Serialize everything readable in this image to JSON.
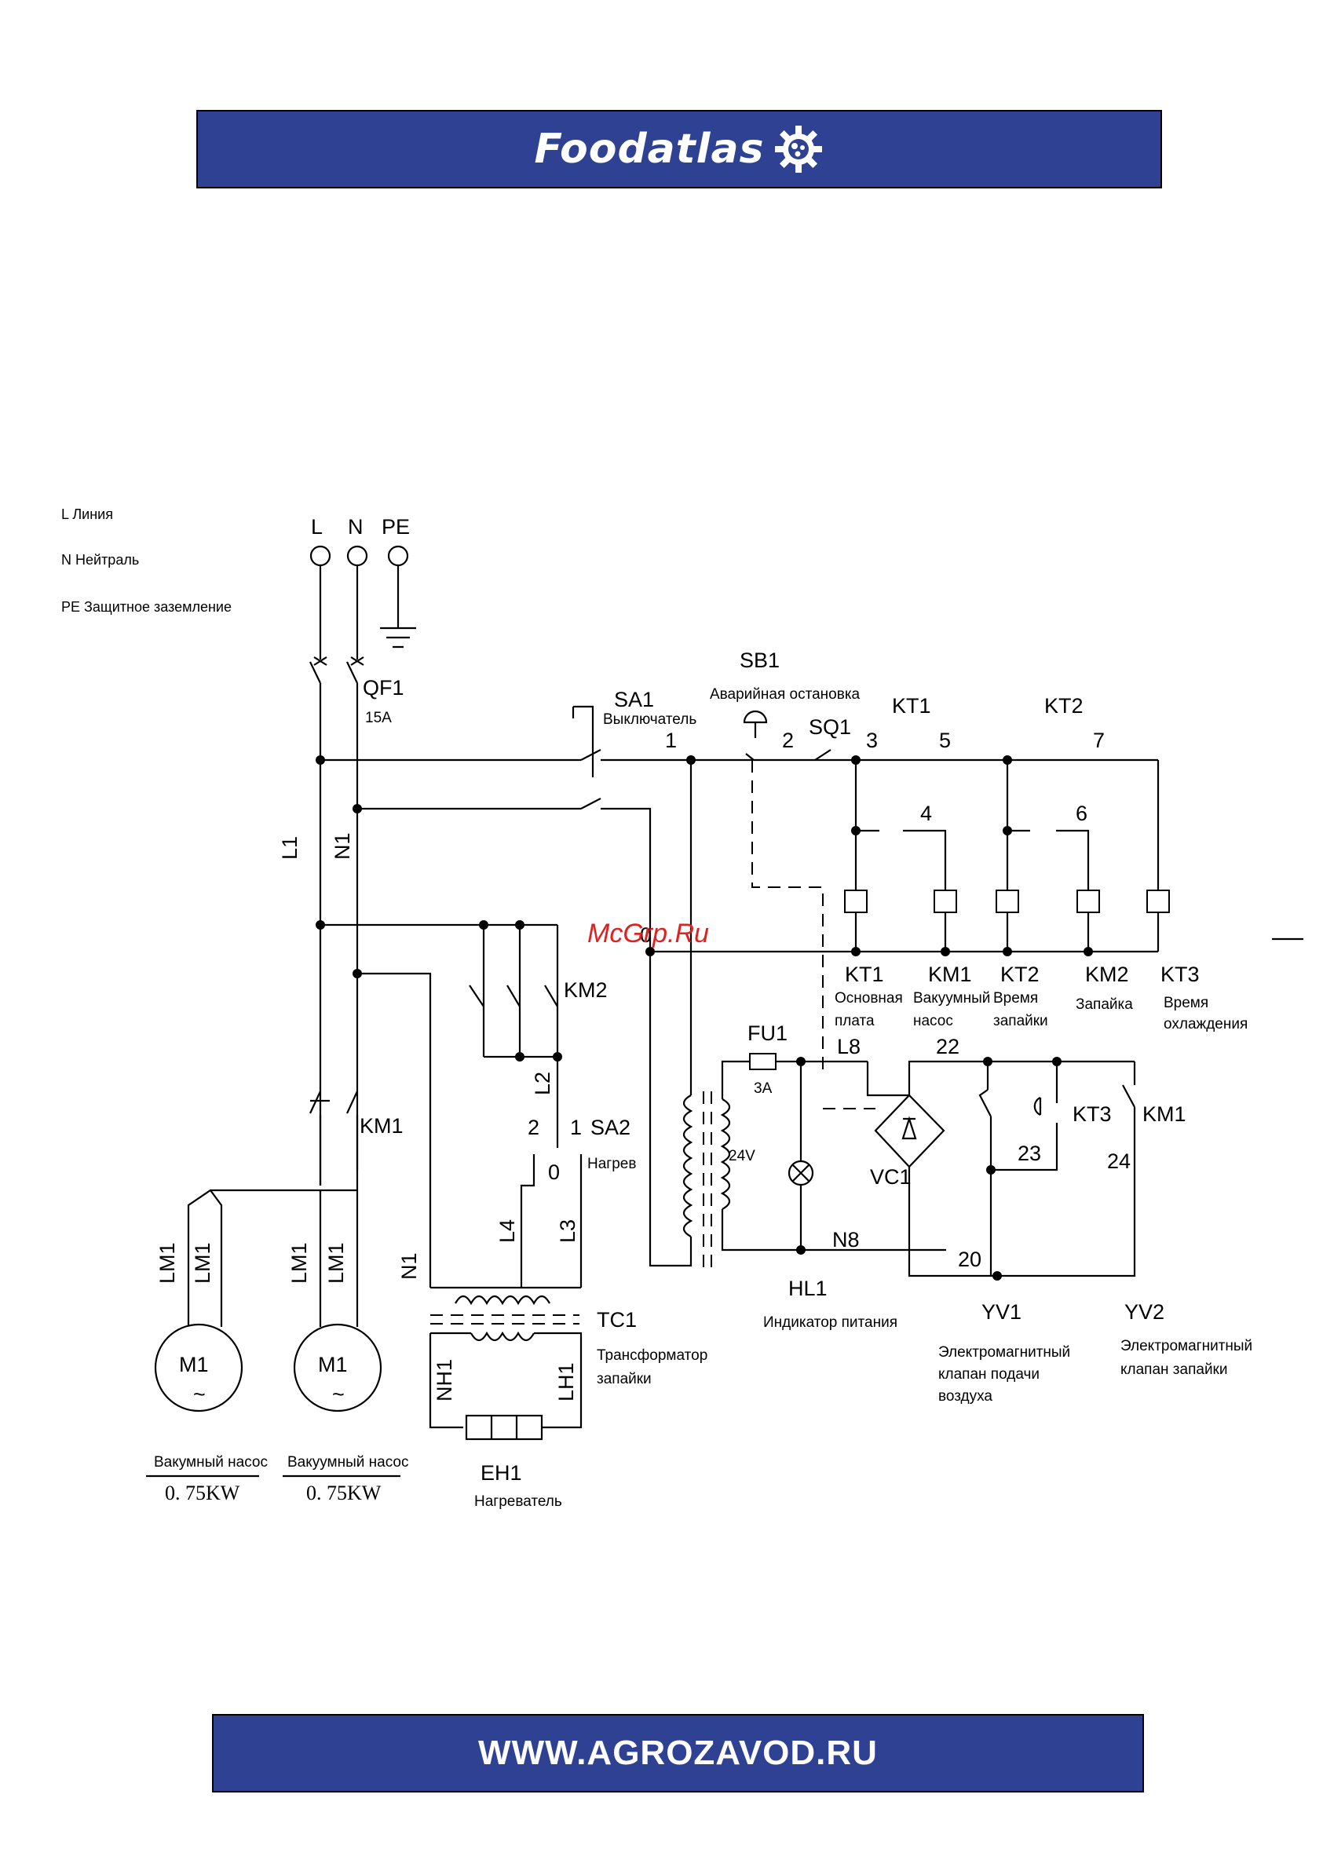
{
  "header": {
    "brand": "Foodatlas"
  },
  "footer": {
    "site": "WWW.AGROZAVOD.RU"
  },
  "watermark": "McGrp.Ru",
  "colors": {
    "banner": "#2f4192",
    "watermark": "#d22222"
  },
  "legend": [
    "L Линия",
    "N Нейтраль",
    "PE Защитное заземление"
  ],
  "terminals": [
    "L",
    "N",
    "PE"
  ],
  "breaker": {
    "id": "QF1",
    "rating": "15A"
  },
  "lines": {
    "l1": "L1",
    "n1": "N1",
    "l2": "L2",
    "l3": "L3",
    "l4": "L4",
    "n1b": "N1",
    "nh1": "NH1",
    "lh1": "LH1",
    "l8": "L8",
    "n8": "N8"
  },
  "nodes": {
    "n0": "0",
    "n1": "1",
    "n2": "2",
    "n3": "3",
    "n4": "4",
    "n5": "5",
    "n6": "6",
    "n7": "7",
    "n20": "20",
    "n22": "22",
    "n23": "23",
    "n24": "24"
  },
  "switch_sa1": {
    "id": "SA1",
    "name": "Выключатель"
  },
  "button_sb1": {
    "id": "SB1",
    "name": "Аварийная остановка"
  },
  "limit_sq1": {
    "id": "SQ1"
  },
  "relay_top_kt1": "KT1",
  "relay_top_kt2": "KT2",
  "coils": [
    {
      "id": "KT1",
      "line1": "Основная",
      "line2": "плата"
    },
    {
      "id": "KM1",
      "line1": "Вакуумный",
      "line2": "насос"
    },
    {
      "id": "KT2",
      "line1": "Время",
      "line2": "запайки"
    },
    {
      "id": "KM2",
      "line1": "Запайка",
      "line2": ""
    },
    {
      "id": "KT3",
      "line1": "Время",
      "line2": "охлаждения"
    }
  ],
  "contactor_km2": "KM2",
  "contactor_km1": "KM1",
  "switch_sa2": {
    "id": "SA2",
    "name": "Нагрев",
    "pos2": "2",
    "pos1": "1",
    "pos0": "0"
  },
  "fuse": {
    "id": "FU1",
    "rating": "3A"
  },
  "transformer_main": {
    "voltage": "24V"
  },
  "bridge": "VC1",
  "indicator": {
    "id": "HL1",
    "name": "Индикатор питания"
  },
  "contact_kt3": "KT3",
  "contact_km1b": "KM1",
  "valve_yv1": {
    "id": "YV1",
    "line1": "Электромагнитный",
    "line2": "клапан подачи",
    "line3": "воздуха"
  },
  "valve_yv2": {
    "id": "YV2",
    "line1": "Электромагнитный",
    "line2": "клапан запайки"
  },
  "transformer_tc1": {
    "id": "TC1",
    "line1": "Трансформатор",
    "line2": "запайки"
  },
  "heater": {
    "id": "EH1",
    "name": "Нагреватель"
  },
  "motors": [
    {
      "id": "M1",
      "wire_a": "LM1",
      "wire_b": "LM1",
      "symbol": "~",
      "name": "Вакумный насос",
      "power": "0. 75KW"
    },
    {
      "id": "M1",
      "wire_a": "LM1",
      "wire_b": "LM1",
      "symbol": "~",
      "name": "Вакуумный насос",
      "power": "0. 75KW"
    }
  ]
}
